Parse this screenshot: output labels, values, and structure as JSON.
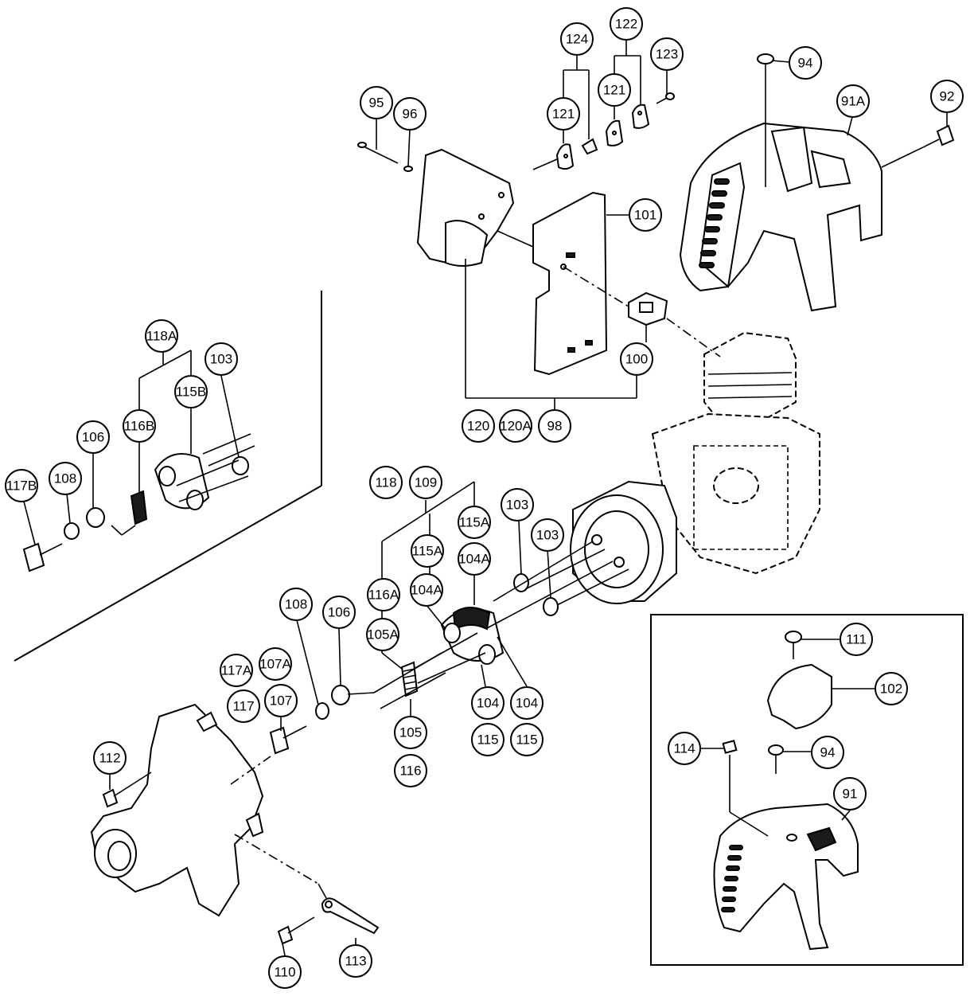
{
  "diagram": {
    "callouts": [
      {
        "id": "c124",
        "label": "124"
      },
      {
        "id": "c122",
        "label": "122"
      },
      {
        "id": "c123",
        "label": "123"
      },
      {
        "id": "c121a",
        "label": "121"
      },
      {
        "id": "c121b",
        "label": "121"
      },
      {
        "id": "c94a",
        "label": "94"
      },
      {
        "id": "c95",
        "label": "95"
      },
      {
        "id": "c96",
        "label": "96"
      },
      {
        "id": "c91A",
        "label": "91A"
      },
      {
        "id": "c92",
        "label": "92"
      },
      {
        "id": "c101",
        "label": "101"
      },
      {
        "id": "c100",
        "label": "100"
      },
      {
        "id": "c120",
        "label": "120"
      },
      {
        "id": "c120A",
        "label": "120A"
      },
      {
        "id": "c98",
        "label": "98"
      },
      {
        "id": "c118A",
        "label": "118A"
      },
      {
        "id": "c103a",
        "label": "103"
      },
      {
        "id": "c115B",
        "label": "115B"
      },
      {
        "id": "c116B",
        "label": "116B"
      },
      {
        "id": "c106a",
        "label": "106"
      },
      {
        "id": "c108a",
        "label": "108"
      },
      {
        "id": "c117B",
        "label": "117B"
      },
      {
        "id": "c118",
        "label": "118"
      },
      {
        "id": "c109",
        "label": "109"
      },
      {
        "id": "c103b",
        "label": "103"
      },
      {
        "id": "c115Aa",
        "label": "115A"
      },
      {
        "id": "c103c",
        "label": "103"
      },
      {
        "id": "c115Ab",
        "label": "115A"
      },
      {
        "id": "c104Aa",
        "label": "104A"
      },
      {
        "id": "c116A",
        "label": "116A"
      },
      {
        "id": "c104Ab",
        "label": "104A"
      },
      {
        "id": "c108b",
        "label": "108"
      },
      {
        "id": "c106b",
        "label": "106"
      },
      {
        "id": "c105A",
        "label": "105A"
      },
      {
        "id": "c117A",
        "label": "117A"
      },
      {
        "id": "c107A",
        "label": "107A"
      },
      {
        "id": "c117",
        "label": "117"
      },
      {
        "id": "c107",
        "label": "107"
      },
      {
        "id": "c104a",
        "label": "104"
      },
      {
        "id": "c104b",
        "label": "104"
      },
      {
        "id": "c105",
        "label": "105"
      },
      {
        "id": "c115a",
        "label": "115"
      },
      {
        "id": "c115b",
        "label": "115"
      },
      {
        "id": "c116",
        "label": "116"
      },
      {
        "id": "c112",
        "label": "112"
      },
      {
        "id": "c110",
        "label": "110"
      },
      {
        "id": "c113",
        "label": "113"
      },
      {
        "id": "c111",
        "label": "111"
      },
      {
        "id": "c102",
        "label": "102"
      },
      {
        "id": "c114",
        "label": "114"
      },
      {
        "id": "c94b",
        "label": "94"
      },
      {
        "id": "c91",
        "label": "91"
      }
    ]
  }
}
